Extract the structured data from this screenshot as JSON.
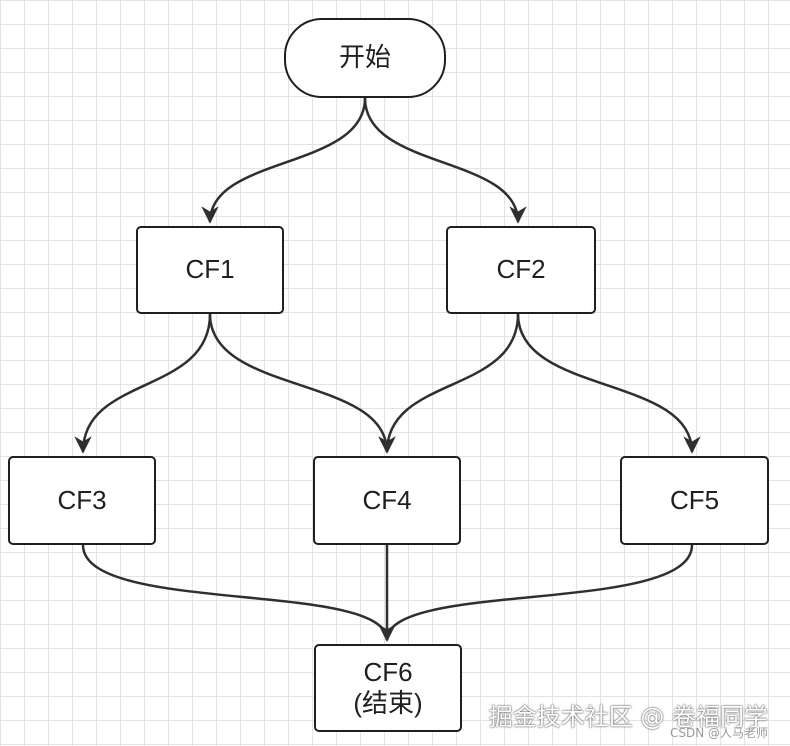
{
  "nodes": {
    "start": "开始",
    "cf1": "CF1",
    "cf2": "CF2",
    "cf3": "CF3",
    "cf4": "CF4",
    "cf5": "CF5",
    "cf6_line1": "CF6",
    "cf6_line2": "(结束)"
  },
  "edges": [
    {
      "from": "start",
      "to": "cf1"
    },
    {
      "from": "start",
      "to": "cf2"
    },
    {
      "from": "cf1",
      "to": "cf3"
    },
    {
      "from": "cf1",
      "to": "cf4"
    },
    {
      "from": "cf2",
      "to": "cf4"
    },
    {
      "from": "cf2",
      "to": "cf5"
    },
    {
      "from": "cf3",
      "to": "cf6"
    },
    {
      "from": "cf4",
      "to": "cf6"
    },
    {
      "from": "cf5",
      "to": "cf6"
    }
  ],
  "watermark": {
    "text": "掘金技术社区 @ 卷福同学",
    "credit": "CSDN @人马老师"
  },
  "colors": {
    "stroke": "#2f2f2f",
    "grid": "#e3e3e3",
    "node_fill": "#ffffff"
  }
}
